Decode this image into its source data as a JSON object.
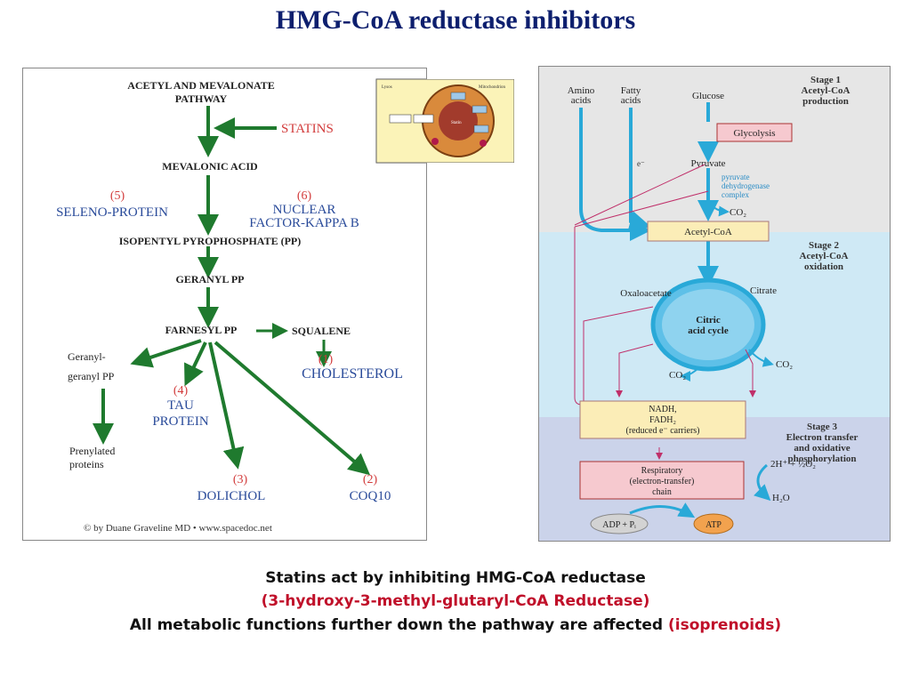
{
  "title": "HMG-CoA reductase inhibitors",
  "left_diagram": {
    "acetyl_line1": "ACETYL AND MEVALONATE",
    "acetyl_line2": "PATHWAY",
    "statins": "STATINS",
    "mevalonic": "MEVALONIC ACID",
    "num5": "(5)",
    "seleno": "SELENO-PROTEIN",
    "num6": "(6)",
    "nuclear1": "NUCLEAR",
    "nuclear2": "FACTOR-KAPPA B",
    "isopentyl": "ISOPENTYL PYROPHOSPHATE (PP)",
    "geranyl": "GERANYL PP",
    "farnesyl": "FARNESYL PP",
    "squalene": "SQUALENE",
    "geranylgeranyl1": "Geranyl-",
    "geranylgeranyl2": "geranyl PP",
    "num4": "(4)",
    "tau1": "TAU",
    "tau2": "PROTEIN",
    "num1": "(1)",
    "cholesterol": "CHOLESTEROL",
    "prenylated1": "Prenylated",
    "prenylated2": "proteins",
    "num3": "(3)",
    "dolichol": "DOLICHOL",
    "num2": "(2)",
    "coq10": "COQ10",
    "credit": "© by Duane Graveline MD • www.spacedoc.net"
  },
  "right_diagram": {
    "stage1_1": "Stage 1",
    "stage1_2": "Acetyl-CoA",
    "stage1_3": "production",
    "amino1": "Amino",
    "amino2": "acids",
    "fatty1": "Fatty",
    "fatty2": "acids",
    "glucose": "Glucose",
    "glycolysis": "Glycolysis",
    "pyruvate": "Pyruvate",
    "pdh1": "pyruvate",
    "pdh2": "dehydrogenase",
    "pdh3": "complex",
    "co2_a": "CO₂",
    "acetylcoa": "Acetyl-CoA",
    "stage2_1": "Stage 2",
    "stage2_2": "Acetyl-CoA",
    "stage2_3": "oxidation",
    "oxaloacetate": "Oxaloacetate",
    "citrate": "Citrate",
    "citric1": "Citric",
    "citric2": "acid cycle",
    "co2_b": "CO₂",
    "co2_c": "CO₂",
    "electron": "e⁻",
    "nadh1": "NADH,",
    "nadh2": "FADH₂",
    "nadh3": "(reduced e⁻ carriers)",
    "stage3_1": "Stage 3",
    "stage3_2": "Electron transfer",
    "stage3_3": "and oxidative",
    "stage3_4": "phosphorylation",
    "resp1": "Respiratory",
    "resp2": "(electron-transfer)",
    "resp3": "chain",
    "o2": "2H⁺ + ½O₂",
    "h2o": "H₂O",
    "adp": "ADP + Pᵢ",
    "atp": "ATP"
  },
  "inset": {
    "label_left": "Lysos",
    "label_right": "Mitochondrion",
    "label_enzyme": "Statin"
  },
  "caption": {
    "line1": "Statins act by inhibiting HMG-CoA reductase",
    "line2": "(3-hydroxy-3-methyl-glutaryl-CoA Reductase)",
    "line3_main": "All metabolic functions further down the pathway are affected",
    "line3_red": "(isoprenoids)"
  },
  "colors": {
    "title": "#0d1f6e",
    "arrow_green": "#1f7a2e",
    "label_red": "#d23b3b",
    "label_blue": "#2a4b9a",
    "stage1_bg": "#e6e6e6",
    "stage2_bg": "#cfe9f5",
    "stage3_bg": "#cbd3ea",
    "box_pink": "#f6c9cf",
    "box_yellow": "#fbedb7",
    "cyan": "#29a9d8",
    "magenta": "#c0306a"
  }
}
